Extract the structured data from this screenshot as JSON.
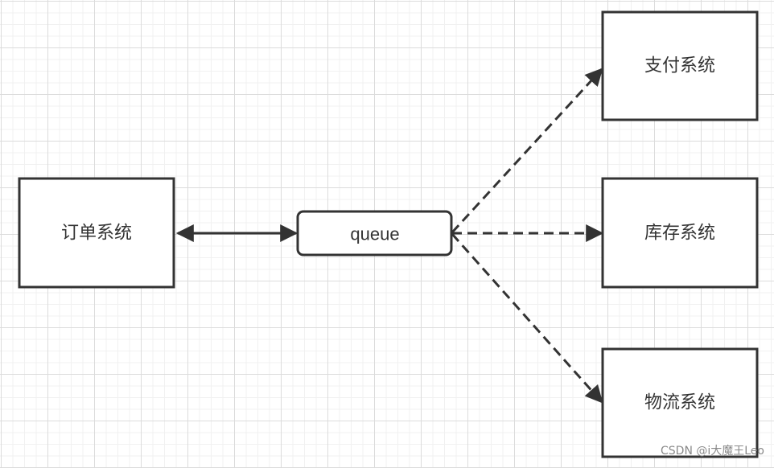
{
  "diagram": {
    "nodes": {
      "order": {
        "label": "订单系统"
      },
      "queue": {
        "label": "queue"
      },
      "payment": {
        "label": "支付系统"
      },
      "inventory": {
        "label": "库存系统"
      },
      "logistics": {
        "label": "物流系统"
      }
    },
    "edges": [
      {
        "from": "order",
        "to": "queue",
        "style": "solid",
        "direction": "both"
      },
      {
        "from": "queue",
        "to": "payment",
        "style": "dashed",
        "direction": "forward"
      },
      {
        "from": "queue",
        "to": "inventory",
        "style": "dashed",
        "direction": "forward"
      },
      {
        "from": "queue",
        "to": "logistics",
        "style": "dashed",
        "direction": "forward"
      }
    ],
    "colors": {
      "stroke": "#333333",
      "text": "#333333",
      "grid": "#dcdcdc"
    }
  },
  "watermark": "CSDN @i大魔王Leo"
}
